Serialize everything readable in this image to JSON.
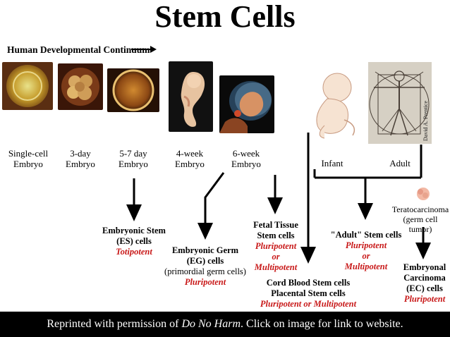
{
  "title": "Stem Cells",
  "continuum_label": "Human Developmental Continuum",
  "stages": [
    {
      "line1": "Single-cell",
      "line2": "Embryo"
    },
    {
      "line1": "3-day",
      "line2": "Embryo"
    },
    {
      "line1": "5-7 day",
      "line2": "Embryo"
    },
    {
      "line1": "4-week",
      "line2": "Embryo"
    },
    {
      "line1": "6-week",
      "line2": "Embryo"
    }
  ],
  "infant_label": "Infant",
  "adult_label": "Adult",
  "artist_credit": "David A. Prentice",
  "tumor_label": {
    "line1": "Teratocarcinoma",
    "line2": "(germ cell tumor)"
  },
  "es": {
    "line1": "Embryonic Stem",
    "line2": "(ES) cells",
    "potency": "Totipotent"
  },
  "eg": {
    "line1": "Embryonic Germ",
    "line2": "(EG) cells",
    "line3": "(primordial germ cells)",
    "potency": "Pluripotent"
  },
  "fetal": {
    "line1": "Fetal Tissue",
    "line2": "Stem cells",
    "potency1": "Pluripotent",
    "or": "or",
    "potency2": "Multipotent"
  },
  "adult": {
    "line1": "\"Adult\" Stem cells",
    "potency1": "Pluripotent",
    "or": "or",
    "potency2": "Multipotent"
  },
  "cord": {
    "line1": "Cord Blood Stem cells",
    "line2": "Placental Stem cells",
    "potency": "Pluripotent or Multipotent"
  },
  "ec": {
    "line1": "Embryonal",
    "line2": "Carcinoma",
    "line3": "(EC) cells",
    "potency": "Pluripotent"
  },
  "footer": {
    "pre": "Reprinted with permission of ",
    "italic": "Do No Harm",
    "post": ". Click on image for link to website."
  },
  "colors": {
    "potency_red": "#c81818",
    "footer_bg": "#000000"
  }
}
